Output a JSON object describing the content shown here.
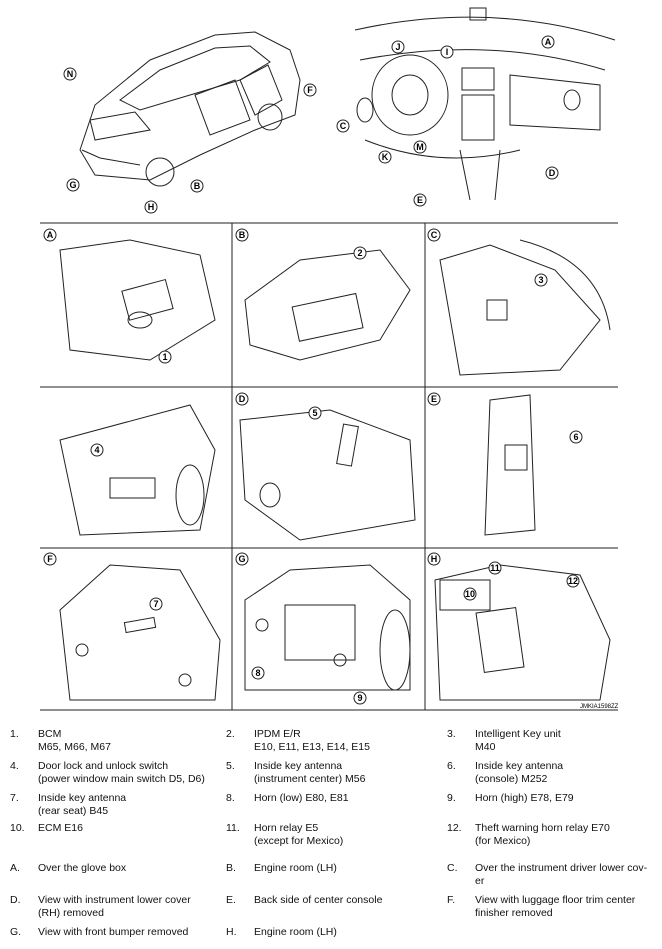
{
  "figure": {
    "top_callouts": [
      "N",
      "F",
      "G",
      "B",
      "H",
      "J",
      "I",
      "A",
      "C",
      "K",
      "M",
      "D",
      "E"
    ],
    "panels": [
      {
        "letter": "A",
        "callouts": [
          "1"
        ]
      },
      {
        "letter": "B",
        "callouts": [
          "2"
        ]
      },
      {
        "letter": "C",
        "callouts": [
          "3"
        ]
      },
      {
        "letter": "",
        "callouts": [
          "4"
        ]
      },
      {
        "letter": "D",
        "callouts": [
          "5"
        ]
      },
      {
        "letter": "E",
        "callouts": [
          "6"
        ]
      },
      {
        "letter": "F",
        "callouts": [
          "7"
        ]
      },
      {
        "letter": "G",
        "callouts": [
          "8",
          "9"
        ]
      },
      {
        "letter": "H",
        "callouts": [
          "10",
          "11",
          "12"
        ]
      }
    ],
    "reference_code": "JMKIA1598ZZ"
  },
  "legend": {
    "items": [
      {
        "num": "1.",
        "text": "BCM\nM65, M66, M67"
      },
      {
        "num": "2.",
        "text": "IPDM E/R\nE10, E11, E13, E14, E15"
      },
      {
        "num": "3.",
        "text": "Intelligent Key unit\nM40"
      },
      {
        "num": "4.",
        "text": "Door lock and unlock switch\n(power window main switch D5, D6)"
      },
      {
        "num": "5.",
        "text": "Inside key antenna\n(instrument center) M56"
      },
      {
        "num": "6.",
        "text": "Inside key antenna\n(console) M252"
      },
      {
        "num": "7.",
        "text": "Inside key antenna\n(rear seat) B45"
      },
      {
        "num": "8.",
        "text": "Horn (low) E80, E81"
      },
      {
        "num": "9.",
        "text": "Horn (high) E78, E79"
      },
      {
        "num": "10.",
        "text": "ECM E16"
      },
      {
        "num": "11.",
        "text": "Horn relay E5\n(except for Mexico)"
      },
      {
        "num": "12.",
        "text": "Theft warning horn relay E70\n(for Mexico)"
      }
    ],
    "locations": [
      {
        "num": "A.",
        "text": "Over the glove box"
      },
      {
        "num": "B.",
        "text": "Engine room (LH)"
      },
      {
        "num": "C.",
        "text": "Over the instrument driver lower cov-\ner"
      },
      {
        "num": "D.",
        "text": "View with instrument lower cover\n(RH) removed"
      },
      {
        "num": "E.",
        "text": "Back side of center console"
      },
      {
        "num": "F.",
        "text": "View with luggage floor trim center\nfinisher removed"
      },
      {
        "num": "G.",
        "text": "View with front bumper removed"
      },
      {
        "num": "H.",
        "text": "Engine room (LH)"
      }
    ]
  }
}
